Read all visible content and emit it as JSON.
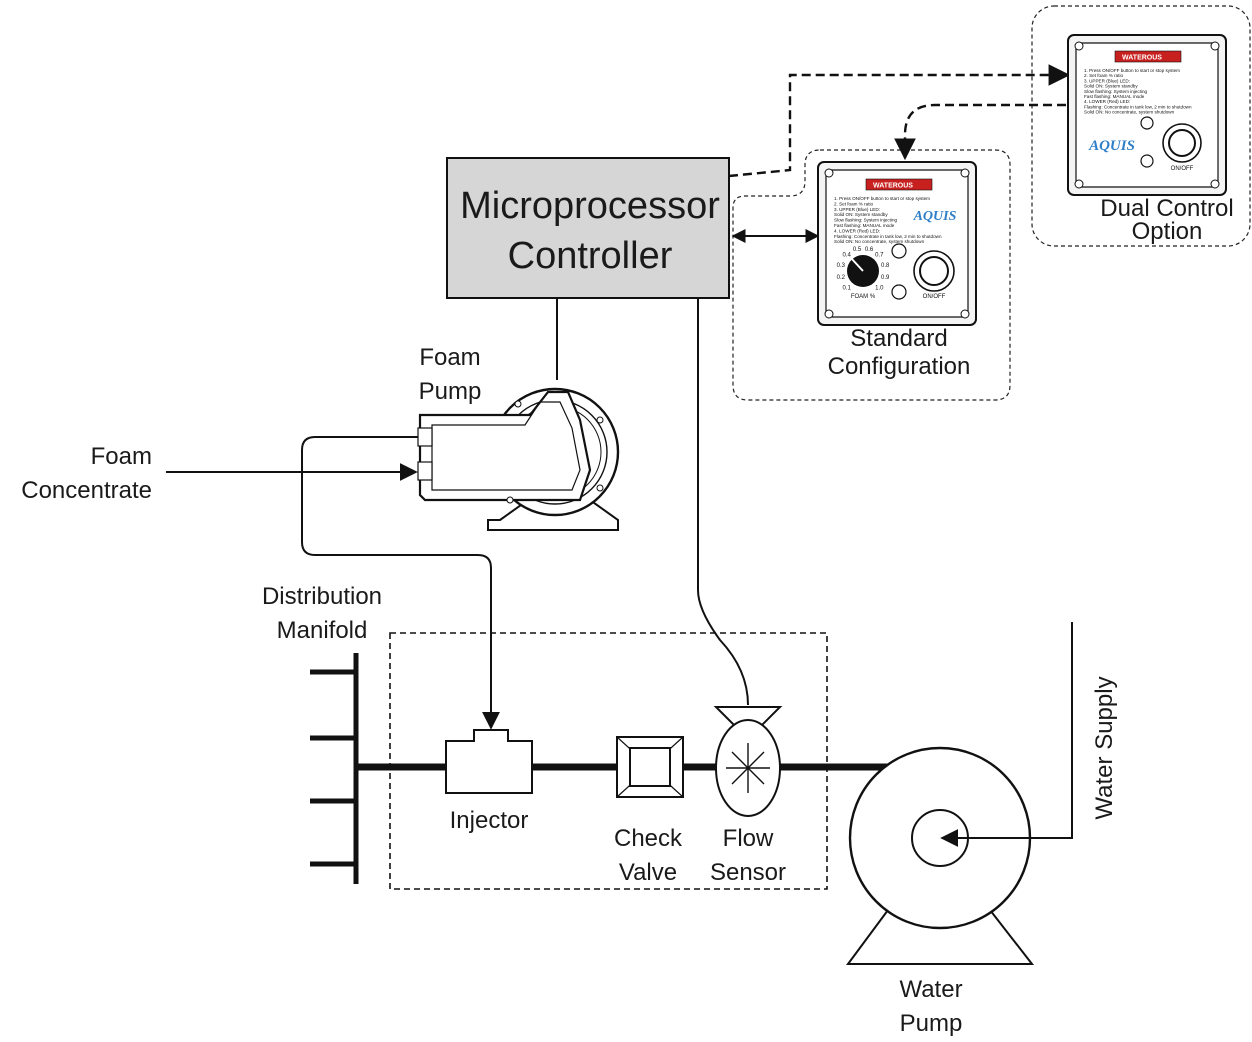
{
  "controller": {
    "line1": "Microprocessor",
    "line2": "Controller"
  },
  "foam_pump": {
    "line1": "Foam",
    "line2": "Pump"
  },
  "foam_concentrate": {
    "line1": "Foam",
    "line2": "Concentrate"
  },
  "distribution_manifold": {
    "line1": "Distribution",
    "line2": "Manifold"
  },
  "injector": {
    "label": "Injector"
  },
  "check_valve": {
    "line1": "Check",
    "line2": "Valve"
  },
  "flow_sensor": {
    "line1": "Flow",
    "line2": "Sensor"
  },
  "water_supply": {
    "label": "Water Supply"
  },
  "water_pump": {
    "line1": "Water",
    "line2": "Pump"
  },
  "standard_config": {
    "line1": "Standard",
    "line2": "Configuration",
    "brand": "WATEROUS",
    "logo": "AQUIS",
    "instructions": [
      "1. Press ON/OFF button to start or stop system",
      "2. Set foam % ratio",
      "3. UPPER (Blue) LED:",
      "   Solid ON: System standby",
      "   Slow flashing: System injecting",
      "   Fast flashing: MANUAL mode",
      "4. LOWER (Red) LED:",
      "   Flashing: Concentrate in tank low, 2 min to shutdown",
      "   Solid ON: No concentrate, system shutdown"
    ],
    "dial_ticks": [
      "0.1",
      "0.2",
      "0.3",
      "0.4",
      "0.5",
      "0.6",
      "0.7",
      "0.8",
      "0.9",
      "1.0"
    ],
    "dial_label": "FOAM %",
    "button_label": "ON/OFF"
  },
  "dual_control": {
    "line1": "Dual Control",
    "line2": "Option",
    "brand": "WATEROUS",
    "logo": "AQUIS",
    "instructions": [
      "1. Press ON/OFF button to start or stop system",
      "2. Set foam % ratio",
      "3. UPPER (Blue) LED:",
      "   Solid ON: System standby",
      "   Slow flashing: System injecting",
      "   Fast flashing: MANUAL mode",
      "4. LOWER (Red) LED:",
      "   Flashing: Concentrate in tank low, 2 min to shutdown",
      "   Solid ON: No concentrate, system shutdown"
    ],
    "button_label": "ON/OFF"
  },
  "colors": {
    "controller_fill": "#d6d6d6",
    "brand_red": "#c8201f",
    "logo_blue": "#2f7fc8"
  }
}
